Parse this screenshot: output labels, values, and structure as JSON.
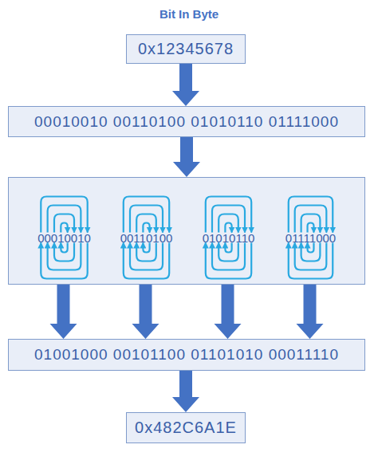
{
  "diagram": {
    "title": "Bit In Byte",
    "nodes": [
      {
        "text": [
          "0x12345678"
        ]
      },
      {
        "text": [
          "00010010 00110100 01010110 01111000"
        ]
      },
      {
        "text": [
          "00010010",
          "00110100",
          "01010110",
          "01111000"
        ]
      },
      {
        "text": [
          "01001000 00101100 01101010 00011110"
        ]
      },
      {
        "text": [
          "0x482C6A1E"
        ]
      }
    ],
    "edges": [
      {
        "from": 0,
        "to": 1,
        "arrow": "to"
      },
      {
        "from": 1,
        "to": 2,
        "arrow": "to"
      },
      {
        "from": 2,
        "to": 3,
        "arrow": "to"
      },
      {
        "from": 2,
        "to": 3,
        "arrow": "to"
      },
      {
        "from": 2,
        "to": 3,
        "arrow": "to"
      },
      {
        "from": 2,
        "to": 3,
        "arrow": "to"
      },
      {
        "from": 3,
        "to": 4,
        "arrow": "to"
      }
    ]
  }
}
